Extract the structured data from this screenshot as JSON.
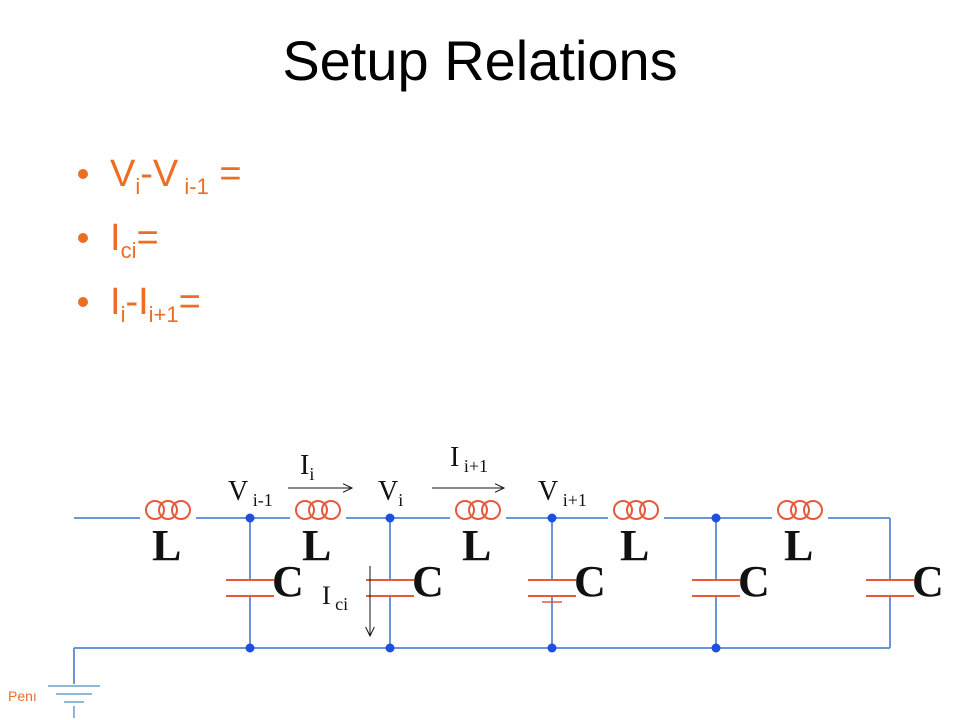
{
  "slide": {
    "title": "Setup Relations",
    "footer": "Penı"
  },
  "bullets": [
    {
      "parts": [
        {
          "t": "V",
          "sub": false
        },
        {
          "t": "i",
          "sub": true
        },
        {
          "t": "-V",
          "sub": false
        },
        {
          "t": " i-1",
          "sub": true
        },
        {
          "t": " =",
          "sub": false
        }
      ]
    },
    {
      "parts": [
        {
          "t": "I",
          "sub": false
        },
        {
          "t": "ci",
          "sub": true
        },
        {
          "t": "=",
          "sub": false
        }
      ]
    },
    {
      "parts": [
        {
          "t": "I",
          "sub": false
        },
        {
          "t": "i",
          "sub": true
        },
        {
          "t": "-I",
          "sub": false
        },
        {
          "t": "i+1",
          "sub": true
        },
        {
          "t": "=",
          "sub": false
        }
      ]
    }
  ],
  "circuit": {
    "inductor_label": "L",
    "capacitor_label": "C",
    "node_labels": [
      {
        "main": "V",
        "sub": " i-1"
      },
      {
        "main": "V",
        "sub": "i"
      },
      {
        "main": "V",
        "sub": " i+1"
      }
    ],
    "current_labels": [
      {
        "main": "I",
        "sub": "i"
      },
      {
        "main": "I",
        "sub": " i+1"
      },
      {
        "main": "I",
        "sub": " ci"
      }
    ],
    "colors": {
      "wire": "#6a95d8",
      "node": "#1f4fe0",
      "component": "#e65a3c"
    }
  }
}
